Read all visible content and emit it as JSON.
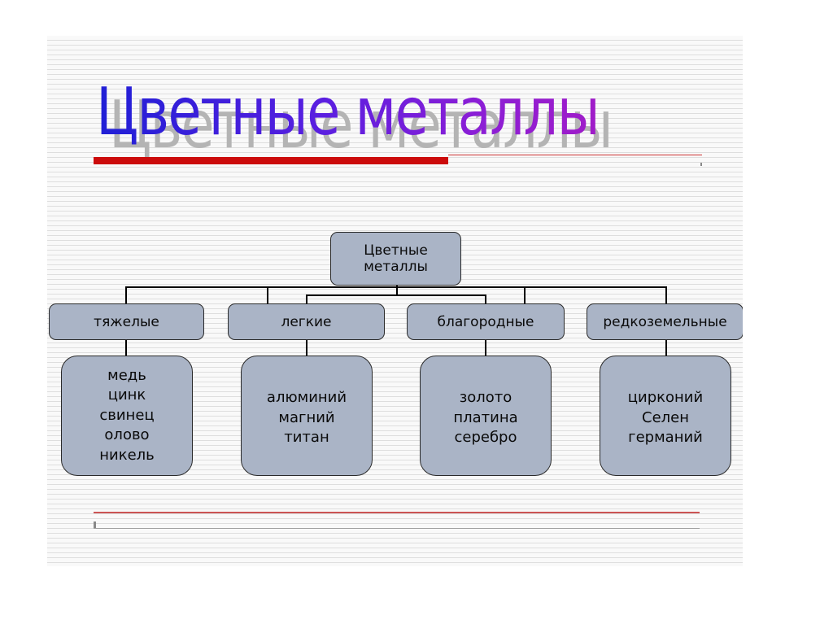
{
  "title": "Цветные металлы",
  "root": "Цветные\nметаллы",
  "categories": [
    {
      "name": "тяжелые",
      "members": "медь\nцинк\nсвинец\nолово\nникель"
    },
    {
      "name": "легкие",
      "members": "алюминий\nмагний\nтитан"
    },
    {
      "name": "благородные",
      "members": "золото\nплатина\nсеребро"
    },
    {
      "name": "редкоземельные",
      "members": "цирконий\nСелен\nгерманий"
    }
  ],
  "colors": {
    "box_fill": "#aab4c6",
    "title_start": "#1f1fd6",
    "title_end": "#a01cc8",
    "accent_rule": "#cc0b0b"
  }
}
